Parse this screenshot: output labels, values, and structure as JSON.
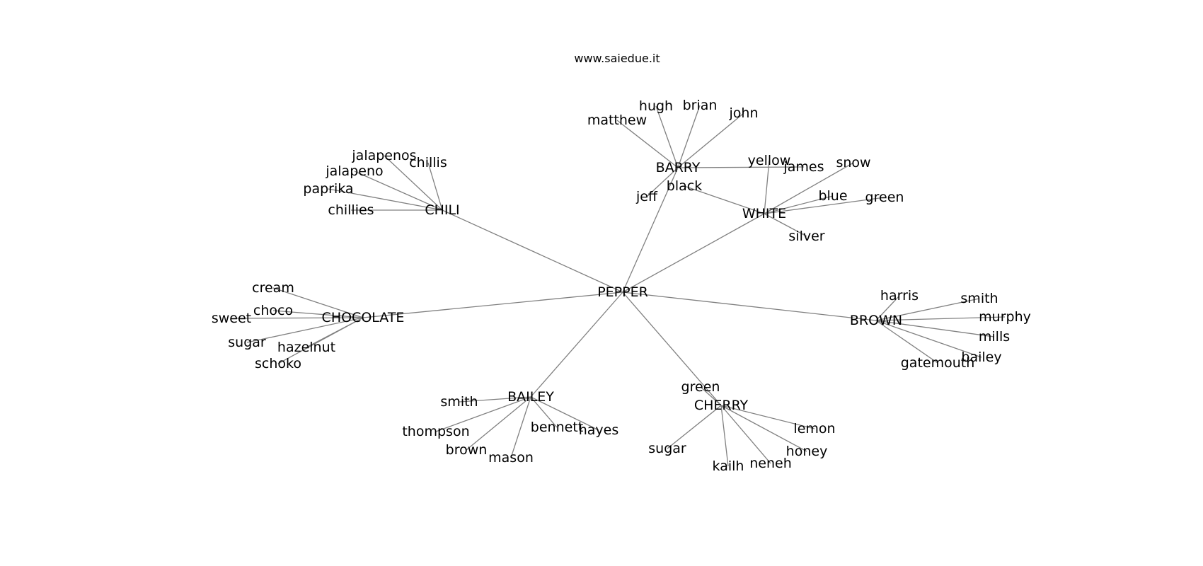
{
  "title": "www.saiedue.it",
  "graph": {
    "root": "PEPPER",
    "groups": [
      {
        "id": "chili",
        "label": "CHILI",
        "leaves": [
          {
            "id": "chili-jalapenos",
            "label": "jalapenos"
          },
          {
            "id": "chili-chillis",
            "label": "chillis"
          },
          {
            "id": "chili-jalapeno",
            "label": "jalapeno"
          },
          {
            "id": "chili-paprika",
            "label": "paprika"
          },
          {
            "id": "chili-chillies",
            "label": "chillies"
          }
        ]
      },
      {
        "id": "barry",
        "label": "BARRY",
        "leaves": [
          {
            "id": "barry-hugh",
            "label": "hugh"
          },
          {
            "id": "barry-brian",
            "label": "brian"
          },
          {
            "id": "barry-john",
            "label": "john"
          },
          {
            "id": "barry-matthew",
            "label": "matthew"
          },
          {
            "id": "barry-james",
            "label": "james"
          },
          {
            "id": "barry-jeff",
            "label": "jeff"
          }
        ]
      },
      {
        "id": "white",
        "label": "WHITE",
        "leaves": [
          {
            "id": "white-yellow",
            "label": "yellow"
          },
          {
            "id": "white-snow",
            "label": "snow"
          },
          {
            "id": "white-black",
            "label": "black"
          },
          {
            "id": "white-blue",
            "label": "blue"
          },
          {
            "id": "white-green",
            "label": "green"
          },
          {
            "id": "white-silver",
            "label": "silver"
          }
        ]
      },
      {
        "id": "chocolate",
        "label": "CHOCOLATE",
        "leaves": [
          {
            "id": "chocolate-cream",
            "label": "cream"
          },
          {
            "id": "chocolate-choco",
            "label": "choco"
          },
          {
            "id": "chocolate-sweet",
            "label": "sweet"
          },
          {
            "id": "chocolate-sugar",
            "label": "sugar"
          },
          {
            "id": "chocolate-hazelnut",
            "label": "hazelnut"
          },
          {
            "id": "chocolate-schoko",
            "label": "schoko"
          }
        ]
      },
      {
        "id": "brown",
        "label": "BROWN",
        "leaves": [
          {
            "id": "brown-harris",
            "label": "harris"
          },
          {
            "id": "brown-smith",
            "label": "smith"
          },
          {
            "id": "brown-murphy",
            "label": "murphy"
          },
          {
            "id": "brown-mills",
            "label": "mills"
          },
          {
            "id": "brown-bailey",
            "label": "bailey"
          },
          {
            "id": "brown-gatemouth",
            "label": "gatemouth"
          }
        ]
      },
      {
        "id": "bailey",
        "label": "BAILEY",
        "leaves": [
          {
            "id": "bailey-smith",
            "label": "smith"
          },
          {
            "id": "bailey-thompson",
            "label": "thompson"
          },
          {
            "id": "bailey-bennett",
            "label": "bennett"
          },
          {
            "id": "bailey-hayes",
            "label": "hayes"
          },
          {
            "id": "bailey-brown",
            "label": "brown"
          },
          {
            "id": "bailey-mason",
            "label": "mason"
          }
        ]
      },
      {
        "id": "cherry",
        "label": "CHERRY",
        "leaves": [
          {
            "id": "cherry-green",
            "label": "green"
          },
          {
            "id": "cherry-lemon",
            "label": "lemon"
          },
          {
            "id": "cherry-sugar",
            "label": "sugar"
          },
          {
            "id": "cherry-honey",
            "label": "honey"
          },
          {
            "id": "cherry-kailh",
            "label": "kailh"
          },
          {
            "id": "cherry-neneh",
            "label": "neneh"
          }
        ]
      }
    ]
  },
  "colors": {
    "edge": "#808080",
    "text": "#000000",
    "background": "#ffffff"
  }
}
